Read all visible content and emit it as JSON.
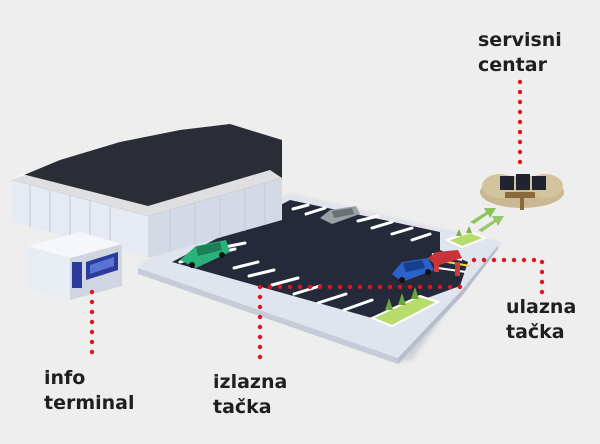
{
  "labels": {
    "servisni_centar": [
      "servisni",
      "centar"
    ],
    "ulazna_tacka": [
      "ulazna",
      "tačka"
    ],
    "izlazna_tacka": [
      "izlazna",
      "tačka"
    ],
    "info_terminal": [
      "info",
      "terminal"
    ]
  },
  "colors": {
    "background": "#eeeeee",
    "leader_dots": "#e0141e",
    "asphalt": "#252a3a",
    "sidewalk": "#dfe4ee",
    "building_wall": "#e6ebf3",
    "building_roof": "#2a2d36",
    "terminal_accent": "#2a3b9c",
    "grass": "#b7dc6c",
    "car_green": "#2bb27a",
    "car_blue": "#2a62c9",
    "car_red": "#c9343a",
    "car_grey": "#9aa0a8",
    "arrow_green": "#8cc35a"
  },
  "icons": [
    "warehouse-building",
    "info-terminal-kiosk",
    "parking-lot",
    "service-center-cloud",
    "exchange-arrows",
    "boom-barrier"
  ]
}
